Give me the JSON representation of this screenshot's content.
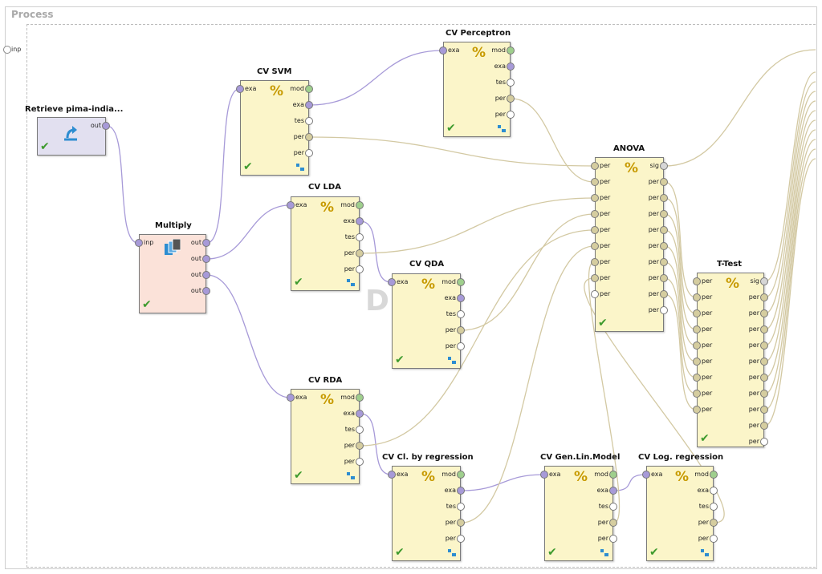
{
  "process": {
    "title": "Process",
    "input_port_label": "inp",
    "watermark": "D"
  },
  "operators": [
    {
      "id": "retrieve",
      "title": "Retrieve pima-india...",
      "color": "lav",
      "icon": "retrieve-arrow-icon",
      "status": "ok",
      "in": [],
      "out": [
        {
          "label": "out",
          "color": "purple"
        }
      ]
    },
    {
      "id": "multiply",
      "title": "Multiply",
      "color": "pink",
      "icon": "multiply-stack-icon",
      "status": "ok",
      "in": [
        {
          "label": "inp",
          "color": "purple"
        }
      ],
      "out": [
        {
          "label": "out",
          "color": "purple"
        },
        {
          "label": "out",
          "color": "purple"
        },
        {
          "label": "out",
          "color": "purple"
        },
        {
          "label": "out",
          "color": "purple"
        }
      ]
    },
    {
      "id": "cv_svm",
      "title": "CV SVM",
      "color": "yellow",
      "icon": "percent-icon",
      "status": "ok",
      "subprocess": true,
      "in": [
        {
          "label": "exa",
          "color": "purple"
        }
      ],
      "out": [
        {
          "label": "mod",
          "color": "green"
        },
        {
          "label": "exa",
          "color": "purple"
        },
        {
          "label": "tes",
          "color": "white"
        },
        {
          "label": "per",
          "color": "olive"
        },
        {
          "label": "per",
          "color": "white"
        }
      ]
    },
    {
      "id": "cv_perceptron",
      "title": "CV Perceptron",
      "color": "yellow",
      "icon": "percent-icon",
      "status": "ok",
      "subprocess": true,
      "in": [
        {
          "label": "exa",
          "color": "purple"
        }
      ],
      "out": [
        {
          "label": "mod",
          "color": "green"
        },
        {
          "label": "exa",
          "color": "purple"
        },
        {
          "label": "tes",
          "color": "white"
        },
        {
          "label": "per",
          "color": "olive"
        },
        {
          "label": "per",
          "color": "white"
        }
      ]
    },
    {
      "id": "cv_lda",
      "title": "CV LDA",
      "color": "yellow",
      "icon": "percent-icon",
      "status": "ok",
      "subprocess": true,
      "in": [
        {
          "label": "exa",
          "color": "purple"
        }
      ],
      "out": [
        {
          "label": "mod",
          "color": "green"
        },
        {
          "label": "exa",
          "color": "purple"
        },
        {
          "label": "tes",
          "color": "white"
        },
        {
          "label": "per",
          "color": "olive"
        },
        {
          "label": "per",
          "color": "white"
        }
      ]
    },
    {
      "id": "cv_qda",
      "title": "CV QDA",
      "color": "yellow",
      "icon": "percent-icon",
      "status": "ok",
      "subprocess": true,
      "in": [
        {
          "label": "exa",
          "color": "purple"
        }
      ],
      "out": [
        {
          "label": "mod",
          "color": "green"
        },
        {
          "label": "exa",
          "color": "purple"
        },
        {
          "label": "tes",
          "color": "white"
        },
        {
          "label": "per",
          "color": "olive"
        },
        {
          "label": "per",
          "color": "white"
        }
      ]
    },
    {
      "id": "cv_rda",
      "title": "CV RDA",
      "color": "yellow",
      "icon": "percent-icon",
      "status": "ok",
      "subprocess": true,
      "in": [
        {
          "label": "exa",
          "color": "purple"
        }
      ],
      "out": [
        {
          "label": "mod",
          "color": "green"
        },
        {
          "label": "exa",
          "color": "purple"
        },
        {
          "label": "tes",
          "color": "white"
        },
        {
          "label": "per",
          "color": "olive"
        },
        {
          "label": "per",
          "color": "white"
        }
      ]
    },
    {
      "id": "cv_clreg",
      "title": "CV Cl. by regression",
      "color": "yellow",
      "icon": "percent-icon",
      "status": "ok",
      "subprocess": true,
      "in": [
        {
          "label": "exa",
          "color": "purple"
        }
      ],
      "out": [
        {
          "label": "mod",
          "color": "green"
        },
        {
          "label": "exa",
          "color": "purple"
        },
        {
          "label": "tes",
          "color": "white"
        },
        {
          "label": "per",
          "color": "olive"
        },
        {
          "label": "per",
          "color": "white"
        }
      ]
    },
    {
      "id": "cv_glm",
      "title": "CV Gen.Lin.Model",
      "color": "yellow",
      "icon": "percent-icon",
      "status": "ok",
      "subprocess": true,
      "in": [
        {
          "label": "exa",
          "color": "purple"
        }
      ],
      "out": [
        {
          "label": "mod",
          "color": "green"
        },
        {
          "label": "exa",
          "color": "purple"
        },
        {
          "label": "tes",
          "color": "white"
        },
        {
          "label": "per",
          "color": "olive"
        },
        {
          "label": "per",
          "color": "white"
        }
      ]
    },
    {
      "id": "cv_logreg",
      "title": "CV Log. regression",
      "color": "yellow",
      "icon": "percent-icon",
      "status": "ok",
      "subprocess": true,
      "in": [
        {
          "label": "exa",
          "color": "purple"
        }
      ],
      "out": [
        {
          "label": "mod",
          "color": "green"
        },
        {
          "label": "exa",
          "color": "white"
        },
        {
          "label": "tes",
          "color": "white"
        },
        {
          "label": "per",
          "color": "olive"
        },
        {
          "label": "per",
          "color": "white"
        }
      ]
    },
    {
      "id": "anova",
      "title": "ANOVA",
      "color": "yellow",
      "icon": "percent-icon",
      "status": "ok",
      "in": [
        {
          "label": "per",
          "color": "olive"
        },
        {
          "label": "per",
          "color": "olive"
        },
        {
          "label": "per",
          "color": "olive"
        },
        {
          "label": "per",
          "color": "olive"
        },
        {
          "label": "per",
          "color": "olive"
        },
        {
          "label": "per",
          "color": "olive"
        },
        {
          "label": "per",
          "color": "olive"
        },
        {
          "label": "per",
          "color": "olive"
        },
        {
          "label": "per",
          "color": "white"
        }
      ],
      "out": [
        {
          "label": "sig",
          "color": "grey"
        },
        {
          "label": "per",
          "color": "olive"
        },
        {
          "label": "per",
          "color": "olive"
        },
        {
          "label": "per",
          "color": "olive"
        },
        {
          "label": "per",
          "color": "olive"
        },
        {
          "label": "per",
          "color": "olive"
        },
        {
          "label": "per",
          "color": "olive"
        },
        {
          "label": "per",
          "color": "olive"
        },
        {
          "label": "per",
          "color": "olive"
        },
        {
          "label": "per",
          "color": "white"
        }
      ]
    },
    {
      "id": "ttest",
      "title": "T-Test",
      "color": "yellow",
      "icon": "percent-icon",
      "status": "ok",
      "in": [
        {
          "label": "per",
          "color": "olive"
        },
        {
          "label": "per",
          "color": "olive"
        },
        {
          "label": "per",
          "color": "olive"
        },
        {
          "label": "per",
          "color": "olive"
        },
        {
          "label": "per",
          "color": "olive"
        },
        {
          "label": "per",
          "color": "olive"
        },
        {
          "label": "per",
          "color": "olive"
        },
        {
          "label": "per",
          "color": "olive"
        },
        {
          "label": "per",
          "color": "olive"
        }
      ],
      "out": [
        {
          "label": "sig",
          "color": "grey"
        },
        {
          "label": "per",
          "color": "olive"
        },
        {
          "label": "per",
          "color": "olive"
        },
        {
          "label": "per",
          "color": "olive"
        },
        {
          "label": "per",
          "color": "olive"
        },
        {
          "label": "per",
          "color": "olive"
        },
        {
          "label": "per",
          "color": "olive"
        },
        {
          "label": "per",
          "color": "olive"
        },
        {
          "label": "per",
          "color": "olive"
        },
        {
          "label": "per",
          "color": "olive"
        },
        {
          "label": "per",
          "color": "white"
        }
      ]
    }
  ],
  "colors": {
    "wire_example": "#a79ad8",
    "wire_perf": "#d3c9a3",
    "port_purple": "#a79ad8",
    "port_green": "#9fcf8d",
    "port_olive": "#d5cd9f",
    "check": "#3d9a2d"
  }
}
